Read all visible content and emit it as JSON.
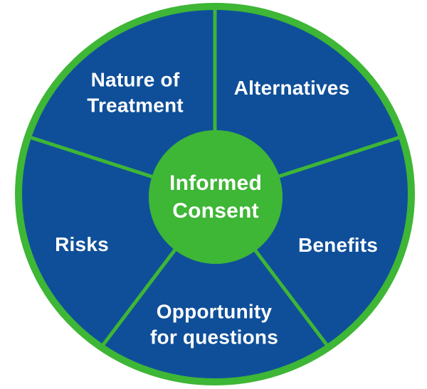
{
  "diagram": {
    "center_label": "Informed\nConsent",
    "segments": [
      {
        "id": "nature-of-treatment",
        "label": "Nature of\nTreatment"
      },
      {
        "id": "alternatives",
        "label": "Alternatives"
      },
      {
        "id": "benefits",
        "label": "Benefits"
      },
      {
        "id": "opportunity-for-questions",
        "label": "Opportunity\nfor questions"
      },
      {
        "id": "risks",
        "label": "Risks"
      }
    ]
  },
  "colors": {
    "green": "#3eb636",
    "blue": "#0f4f99",
    "text": "#ffffff",
    "bg": "#ffffff"
  }
}
